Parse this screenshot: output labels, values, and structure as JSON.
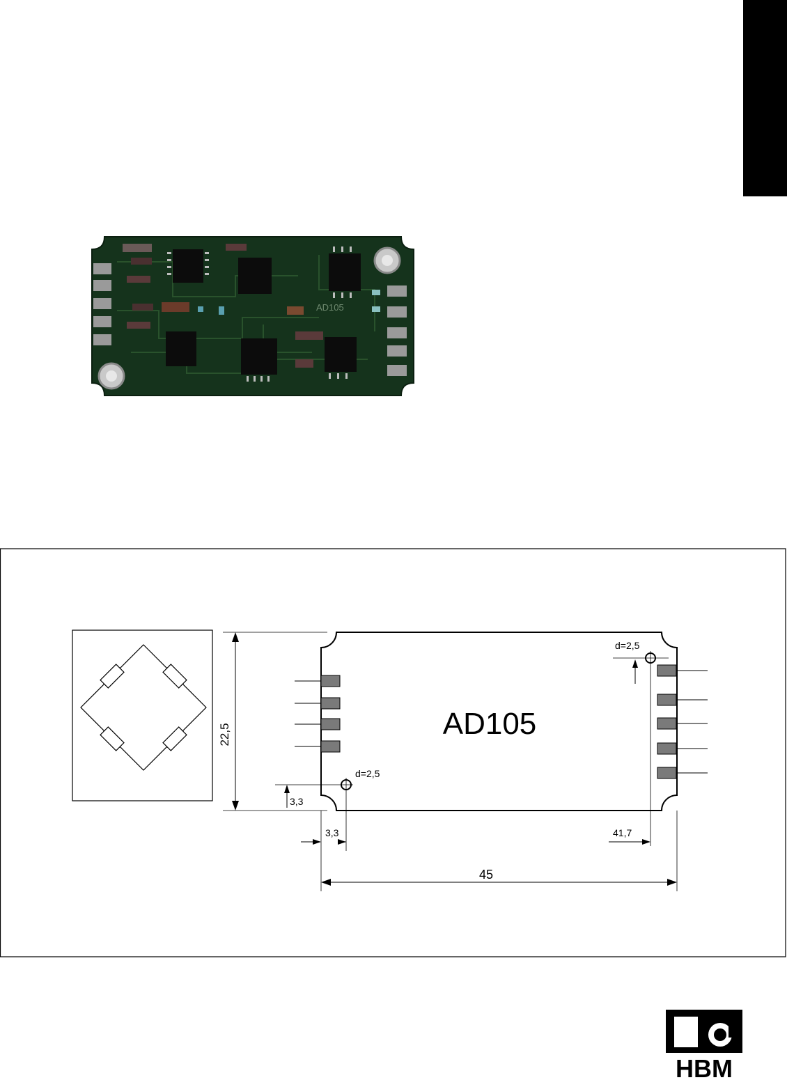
{
  "product": {
    "name": "AD105"
  },
  "drawing": {
    "dimensions": {
      "height": "22,5",
      "width": "45",
      "hole_offset_x": "3,3",
      "hole_offset_y": "3,3",
      "hole_position_right": "41,7"
    },
    "holes": {
      "top_right_label": "d=2,5",
      "bottom_left_label": "d=2,5"
    },
    "pads": {
      "left_count": 4,
      "right_count": 5
    }
  },
  "logo": {
    "text": "HBM"
  },
  "colors": {
    "pcb_green": "#15331c",
    "pad_gray": "#7a7a7a",
    "tab_black": "#000000"
  }
}
